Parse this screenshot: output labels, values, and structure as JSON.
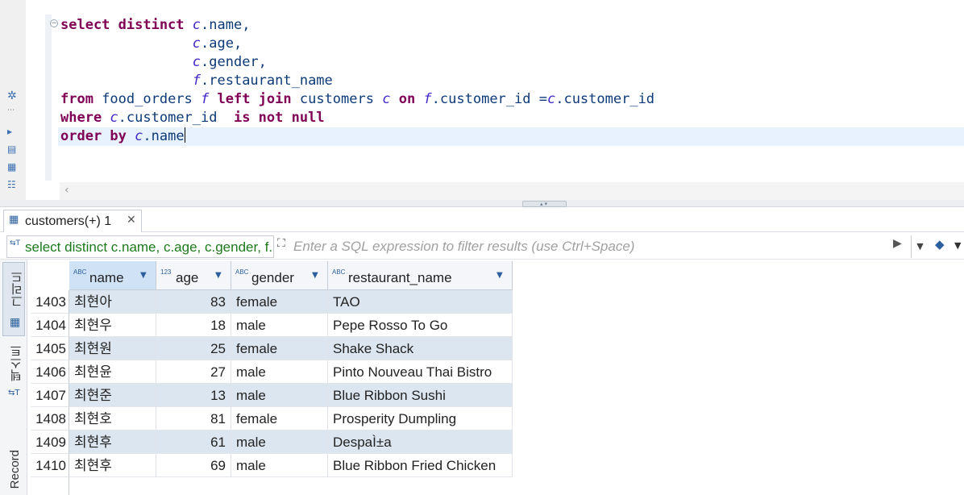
{
  "editor": {
    "lines": [
      [
        {
          "t": "select distinct ",
          "c": "kw"
        },
        {
          "t": "c",
          "c": "al"
        },
        {
          "t": ".name,",
          "c": "col"
        }
      ],
      [
        {
          "t": "                ",
          "c": ""
        },
        {
          "t": "c",
          "c": "al"
        },
        {
          "t": ".age,",
          "c": "col"
        }
      ],
      [
        {
          "t": "                ",
          "c": ""
        },
        {
          "t": "c",
          "c": "al"
        },
        {
          "t": ".gender,",
          "c": "col"
        }
      ],
      [
        {
          "t": "                ",
          "c": ""
        },
        {
          "t": "f",
          "c": "al"
        },
        {
          "t": ".restaurant_name",
          "c": "col"
        }
      ],
      [
        {
          "t": "from ",
          "c": "kw"
        },
        {
          "t": "food_orders ",
          "c": "tbl"
        },
        {
          "t": "f ",
          "c": "al"
        },
        {
          "t": "left join ",
          "c": "kw"
        },
        {
          "t": "customers ",
          "c": "tbl"
        },
        {
          "t": "c ",
          "c": "al"
        },
        {
          "t": "on ",
          "c": "kw"
        },
        {
          "t": "f",
          "c": "al"
        },
        {
          "t": ".customer_id =",
          "c": "col"
        },
        {
          "t": "c",
          "c": "al"
        },
        {
          "t": ".customer_id",
          "c": "col"
        }
      ],
      [
        {
          "t": "where ",
          "c": "kw"
        },
        {
          "t": "c",
          "c": "al"
        },
        {
          "t": ".customer_id  ",
          "c": "col"
        },
        {
          "t": "is not null",
          "c": "kw"
        }
      ],
      [
        {
          "t": "order by ",
          "c": "kw"
        },
        {
          "t": "c",
          "c": "al"
        },
        {
          "t": ".name",
          "c": "col"
        }
      ]
    ]
  },
  "results_tab": {
    "label": "customers(+) 1",
    "close_glyph": "✕"
  },
  "filter": {
    "query_text": "select distinct c.name, c.age, c.gender, f.restaurant_name",
    "placeholder": "Enter a SQL expression to filter results (use Ctrl+Space)"
  },
  "side_panel": {
    "grid_label": "그리드",
    "text_label": "텍스트",
    "record_label": "Record"
  },
  "grid": {
    "columns": [
      {
        "type": "ABC",
        "name": "name"
      },
      {
        "type": "123",
        "name": "age"
      },
      {
        "type": "ABC",
        "name": "gender"
      },
      {
        "type": "ABC",
        "name": "restaurant_name"
      }
    ],
    "rows": [
      {
        "num": "1403",
        "name": "최현아",
        "age": "83",
        "gender": "female",
        "restaurant_name": "TAO"
      },
      {
        "num": "1404",
        "name": "최현우",
        "age": "18",
        "gender": "male",
        "restaurant_name": "Pepe Rosso To Go"
      },
      {
        "num": "1405",
        "name": "최현원",
        "age": "25",
        "gender": "female",
        "restaurant_name": "Shake Shack"
      },
      {
        "num": "1406",
        "name": "최현윤",
        "age": "27",
        "gender": "male",
        "restaurant_name": "Pinto Nouveau Thai Bistro"
      },
      {
        "num": "1407",
        "name": "최현준",
        "age": "13",
        "gender": "male",
        "restaurant_name": "Blue Ribbon Sushi"
      },
      {
        "num": "1408",
        "name": "최현호",
        "age": "81",
        "gender": "female",
        "restaurant_name": "Prosperity Dumpling"
      },
      {
        "num": "1409",
        "name": "최현후",
        "age": "61",
        "gender": "male",
        "restaurant_name": "DespaÌ±a"
      },
      {
        "num": "1410",
        "name": "최현후",
        "age": "69",
        "gender": "male",
        "restaurant_name": "Blue Ribbon Fried Chicken"
      }
    ]
  },
  "colors": {
    "keyword": "#7f0055",
    "alias": "#3f28c8",
    "identifier": "#0d3a78",
    "row_alt": "#dce6f1",
    "filter_query": "#1c7a1c",
    "accent": "#2b5f9e"
  },
  "icons": [
    "gear-icon",
    "run-script-icon",
    "new-script-icon",
    "export-icon",
    "outline-icon",
    "grid-icon",
    "close-icon",
    "expand-icon",
    "apply-filter-icon",
    "history-dropdown-icon",
    "eraser-icon",
    "more-icon",
    "fold-icon"
  ]
}
